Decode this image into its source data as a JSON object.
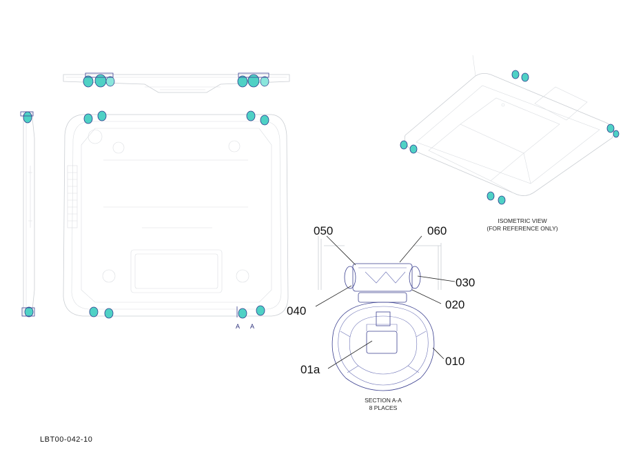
{
  "callouts": {
    "c050": "050",
    "c060": "060",
    "c030": "030",
    "c040": "040",
    "c020": "020",
    "c010": "010",
    "c01a": "01a"
  },
  "section_marks": {
    "left": "A",
    "right": "A"
  },
  "captions": {
    "iso_line1": "ISOMETRIC VIEW",
    "iso_line2": "(FOR REFERENCE ONLY)",
    "section_line1": "SECTION A-A",
    "section_line2": "8 PLACES"
  },
  "drawing_number": "LBT00-042-10",
  "colors": {
    "foot": "#4fd1c5",
    "outline": "#2d3a8c",
    "body": "#c9cdd2"
  }
}
